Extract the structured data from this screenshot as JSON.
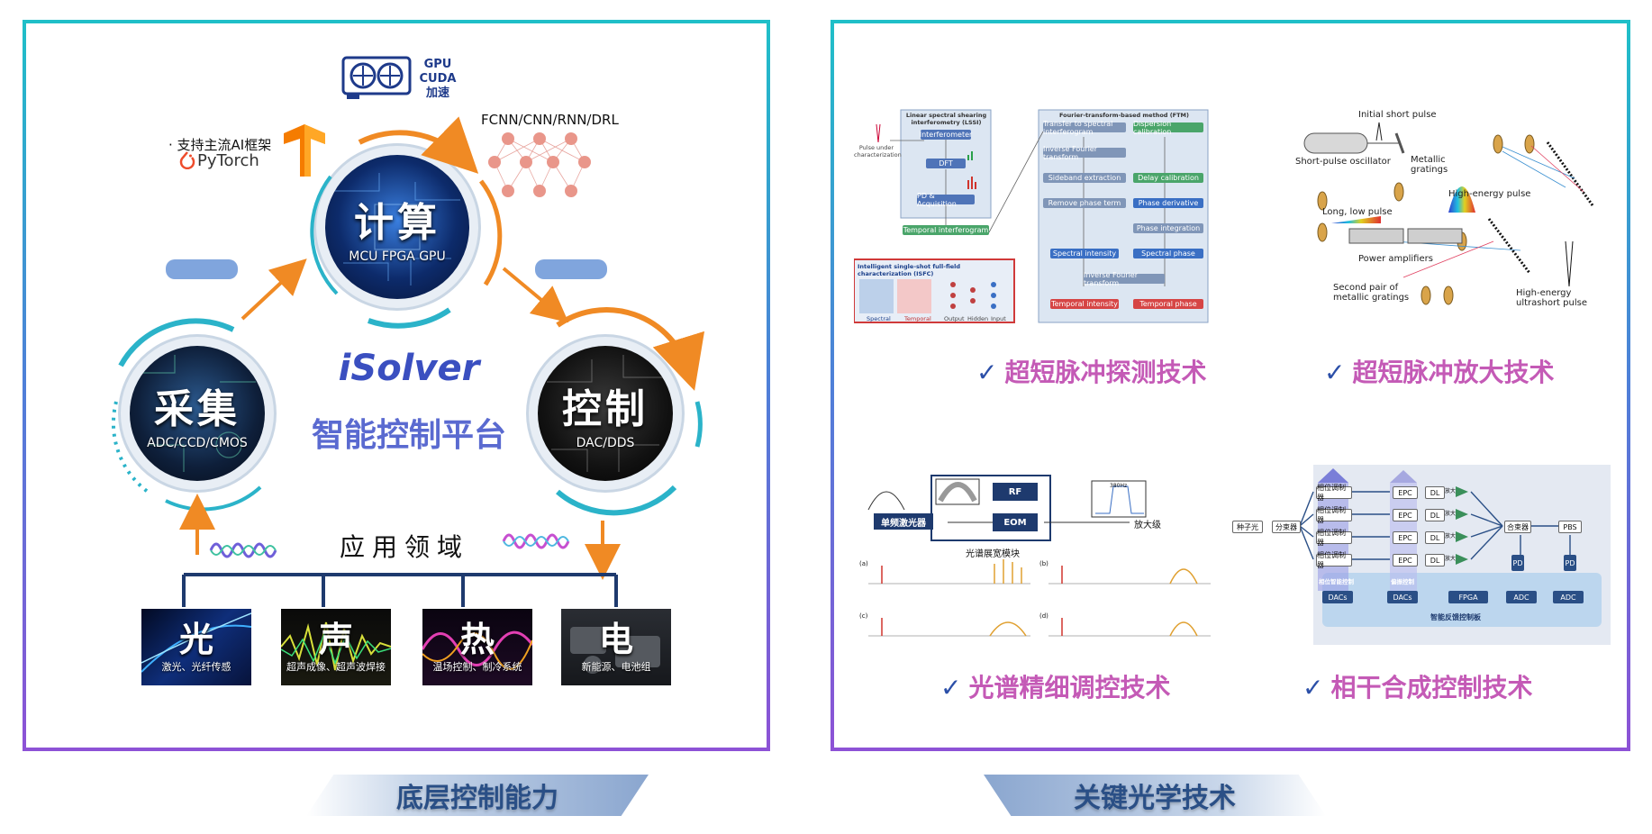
{
  "left": {
    "gpu": {
      "line1": "GPU",
      "line2": "CUDA",
      "line3": "加速"
    },
    "nn_label": "FCNN/CNN/RNN/DRL",
    "framework_label": "· 支持主流AI框架",
    "pytorch_label": "PyTorch",
    "compute": {
      "title": "计算",
      "sub": "MCU FPGA GPU"
    },
    "acquire": {
      "title": "采集",
      "sub": "ADC/CCD/CMOS"
    },
    "control": {
      "title": "控制",
      "sub": "DAC/DDS"
    },
    "platform_name": "iSolver",
    "platform_sub": "智能控制平台",
    "app_domain": "应用领域",
    "apps": [
      {
        "title": "光",
        "sub": "激光、光纤传感"
      },
      {
        "title": "声",
        "sub": "超声成像、超声波焊接"
      },
      {
        "title": "热",
        "sub": "温场控制、制冷系统"
      },
      {
        "title": "电",
        "sub": "新能源、电池组"
      }
    ],
    "ribbon": "底层控制能力"
  },
  "right": {
    "ribbon": "关键光学技术",
    "checkmark": "✓",
    "techs": [
      {
        "title": "超短脉冲探测技术"
      },
      {
        "title": "超短脉冲放大技术"
      },
      {
        "title": "光谱精细调控技术"
      },
      {
        "title": "相干合成控制技术"
      }
    ],
    "fig1": {
      "lssi_title": "Linear spectral shearing interferometry (LSSI)",
      "pulse_label": "Pulse under characterization",
      "interferometer": "Interferometer",
      "dft": "DFT",
      "pd": "PD & Acquisition",
      "temporal_interf": "Temporal interferogram",
      "isfc": "Intelligent single-shot full-field characterization (ISFC)",
      "ftm_title": "Fourier-transform-based method (FTM)",
      "ftm_steps": [
        "Transfer to spectral interferogram",
        "Inverse Fourier transform",
        "Sideband extraction",
        "Remove phase term",
        "Spectral intensity",
        "Inverse Fourier transform",
        "Temporal intensity"
      ],
      "ftm_right": [
        "Dispersion calibration",
        "Delay calibration",
        "Phase derivative",
        "Phase integration",
        "Spectral phase",
        "Temporal phase"
      ],
      "axis_labels": [
        "Spectral",
        "Temporal",
        "Output",
        "Hidden",
        "Input"
      ]
    },
    "fig2": {
      "initial": "Initial short pulse",
      "oscillator": "Short-pulse oscillator",
      "metallic": "Metallic gratings",
      "high_energy": "High-energy pulse",
      "long_low": "Long, low pulse",
      "power_amp": "Power amplifiers",
      "second_pair": "Second pair of metallic gratings",
      "ultrashort": "High-energy ultrashort pulse"
    },
    "fig3": {
      "rf": "RF",
      "eom": "EOM",
      "laser": "单频激光器",
      "module": "光谱展宽模块",
      "amp": "放大级",
      "freq": "380Hz",
      "panels": [
        "(a)",
        "(b)",
        "(c)",
        "(d)"
      ]
    },
    "fig4": {
      "seed": "种子光",
      "splitter": "分束器",
      "phase_mod": "相位调制器",
      "epc": "EPC",
      "dl": "DL",
      "amp": "放大",
      "combiner": "合束器",
      "pbs": "PBS",
      "pd": "PD",
      "phase_ctrl": "相位智能控制",
      "pol_ctrl": "偏振控制",
      "dacs": "DACs",
      "fpga": "FPGA",
      "adc": "ADC",
      "board": "智能反馈控制板"
    }
  }
}
